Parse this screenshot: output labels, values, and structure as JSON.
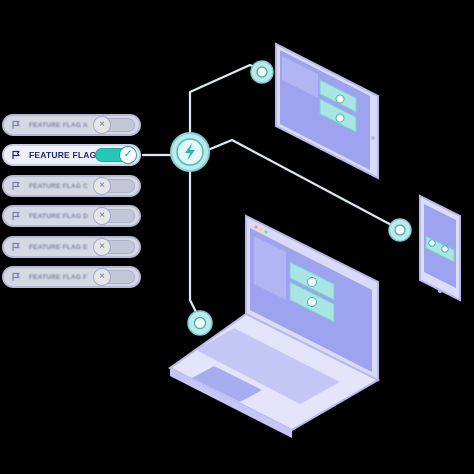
{
  "flags": [
    {
      "label": "FEATURE FLAG A",
      "state": "off",
      "blurred": true
    },
    {
      "label": "FEATURE FLAG B",
      "state": "on",
      "blurred": false
    },
    {
      "label": "FEATURE FLAG C",
      "state": "off",
      "blurred": true
    },
    {
      "label": "FEATURE FLAG D",
      "state": "off",
      "blurred": true
    },
    {
      "label": "FEATURE FLAG E",
      "state": "off",
      "blurred": true
    },
    {
      "label": "FEATURE FLAG F",
      "state": "off",
      "blurred": true
    }
  ],
  "icons": {
    "flag": "flag-icon",
    "toggle_off": "x-icon",
    "toggle_on": "check-icon",
    "hub": "lightning-bolt-icon",
    "node": "check-badge-icon"
  },
  "colors": {
    "accent": "#26c7b5",
    "connector": "#cfe9ef",
    "device_screen": "#9ea3f0",
    "device_frame": "#e7e8fb",
    "flag_bg": "#eef0fb",
    "background": "#000000"
  }
}
